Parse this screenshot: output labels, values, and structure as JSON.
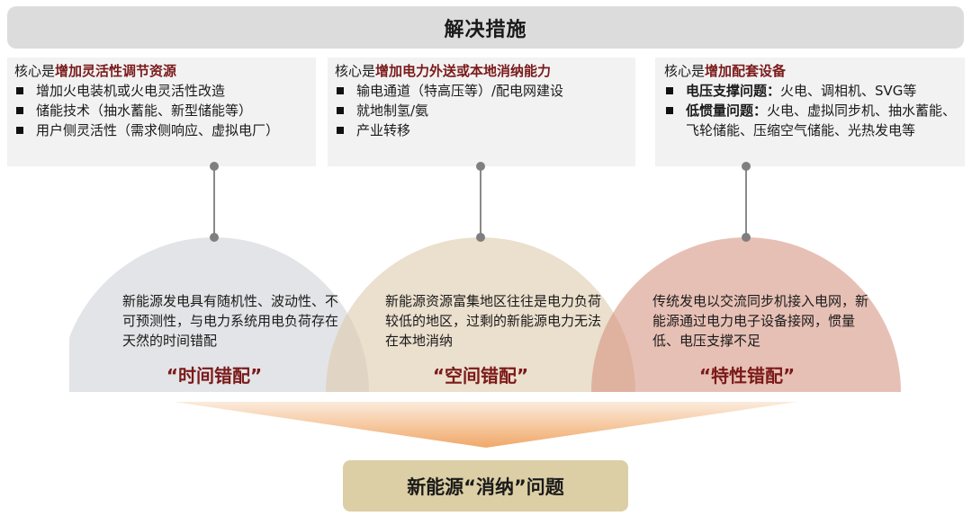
{
  "header": {
    "title": "解决措施"
  },
  "measures": [
    {
      "core_prefix": "核心是",
      "core_highlight": "增加灵活性调节资源",
      "items": [
        "增加火电装机或火电灵活性改造",
        "储能技术（抽水蓄能、新型储能等）",
        "用户侧灵活性（需求侧响应、虚拟电厂）"
      ]
    },
    {
      "core_prefix": "核心是",
      "core_highlight": "增加电力外送或本地消纳能力",
      "items": [
        "输电通道（特高压等）/配电网建设",
        "就地制氢/氨",
        "产业转移"
      ]
    },
    {
      "core_prefix": "核心是",
      "core_highlight": "增加配套设备",
      "items": [
        {
          "bold": "电压支撑问题：",
          "text": "火电、调相机、SVG等"
        },
        {
          "bold": "低惯量问题：",
          "text": "火电、虚拟同步机、抽水蓄能、飞轮储能、压缩空气储能、光热发电等"
        }
      ]
    }
  ],
  "mismatches": [
    {
      "description": "新能源发电具有随机性、波动性、不可预测性，与电力系统用电负荷存在天然的时间错配",
      "label": "“时间错配”",
      "color": "#e1e3e6"
    },
    {
      "description": "新能源资源富集地区往往是电力负荷较低的地区，过剩的新能源电力无法在本地消纳",
      "label": "“空间错配”",
      "color": "#e8dcc8"
    },
    {
      "description": "传统发电以交流同步机接入电网，新能源通过电力电子设备接网，惯量低、电压支撑不足",
      "label": "“特性错配”",
      "color": "#e5bfb3"
    }
  ],
  "problem": {
    "label": "新能源“消纳”问题",
    "color": "#dccfa5"
  },
  "colors": {
    "highlight": "#7b1a1a",
    "header_bg": "#dcdcdc",
    "box_bg": "#f2f2f2",
    "connector": "#7f7f7f",
    "funnel_top": "#fbe7d6",
    "funnel_bottom": "#f0a868"
  }
}
